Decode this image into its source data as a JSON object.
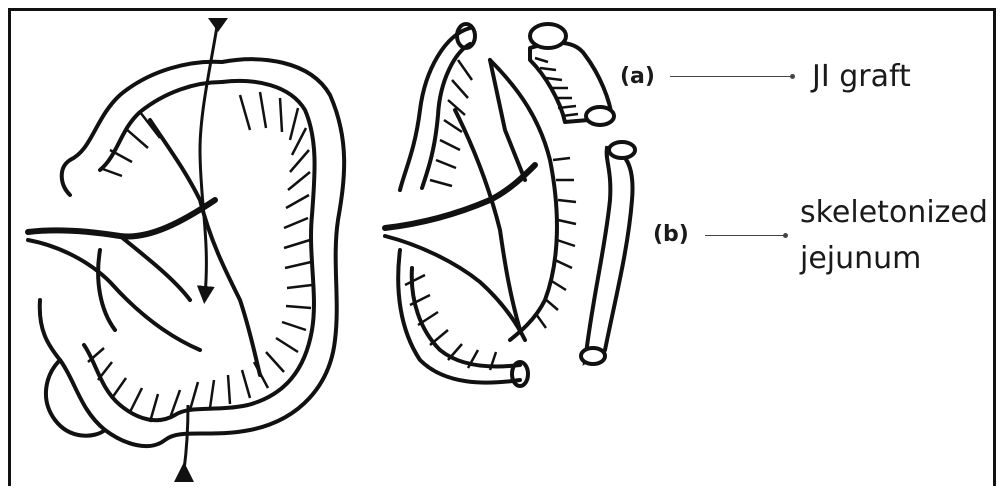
{
  "labels": {
    "a": "(a)",
    "b": "(b)",
    "a_term": "JI graft",
    "b_term_line1": "skeletonized",
    "b_term_line2": "jejunum"
  }
}
